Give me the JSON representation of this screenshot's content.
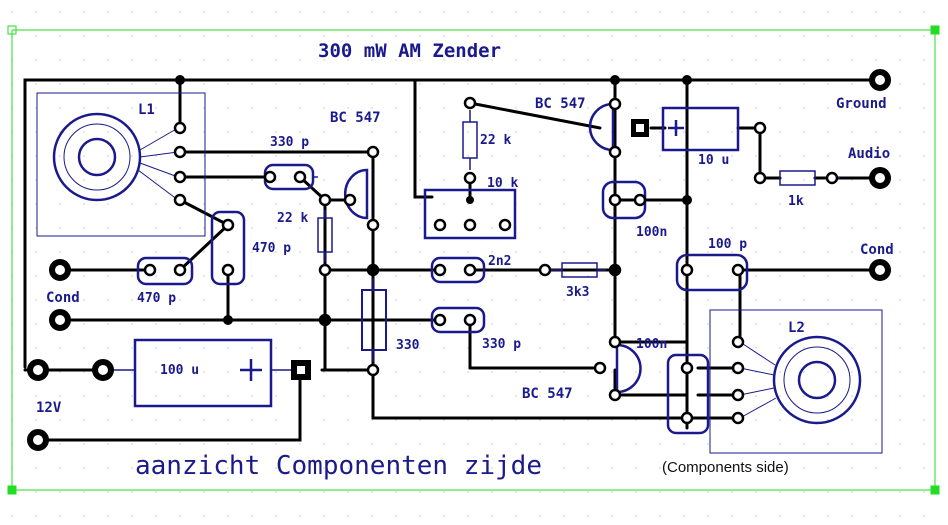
{
  "title": "300 mW  AM Zender",
  "footer": {
    "main": "aanzicht Componenten zijde",
    "sub": "(Components side)"
  },
  "colors": {
    "background": "#ffffff",
    "trace": "#000000",
    "component": "#1a1a8c",
    "border": "#22dd22",
    "grid": "#c8c8c8"
  },
  "terminals": {
    "ground": "Ground",
    "audio": "Audio",
    "cond_right": "Cond",
    "cond_left": "Cond",
    "supply": "12V"
  },
  "components": {
    "l1": "L1",
    "l2": "L2",
    "t1": "BC 547",
    "t2": "BC 547",
    "t3": "BC 547",
    "c330p_top": "330 p",
    "c470p_right": "470 p",
    "c470p_left": "470 p",
    "r22k_left": "22 k",
    "r22k_top": "22 k",
    "pot10k": "10 k",
    "c10u": "10 u",
    "r1k": "1k",
    "c100n_top": "100n",
    "c100p": "100 p",
    "c2n2": "2n2",
    "r3k3": "3k3",
    "r330": "330",
    "c330p_mid": "330 p",
    "c100n_bottom": "100n",
    "c100u": "100 u"
  }
}
